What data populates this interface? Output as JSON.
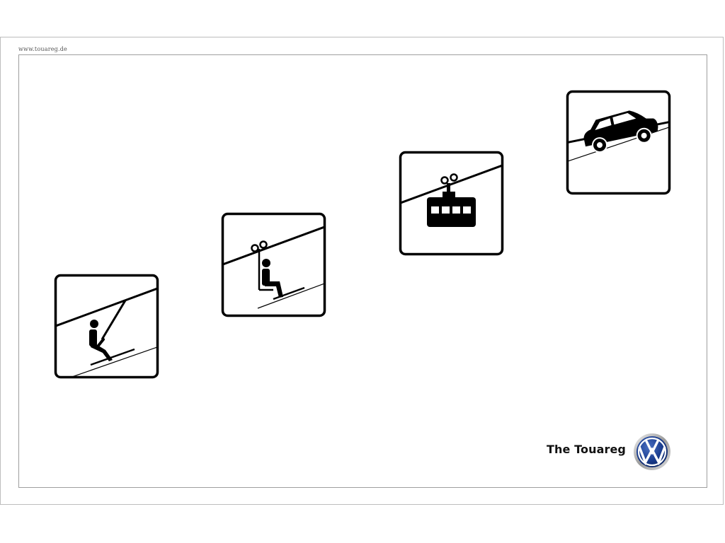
{
  "ad": {
    "url": "www.touareg.de",
    "model_name": "The Touareg",
    "logo": "vw-logo"
  },
  "signs": [
    {
      "icon": "t-bar-lift-icon"
    },
    {
      "icon": "chairlift-icon"
    },
    {
      "icon": "gondola-icon"
    },
    {
      "icon": "suv-on-slope-icon"
    }
  ],
  "colors": {
    "sign_stroke": "#000000",
    "background": "#ffffff",
    "frame": "#9e9e9e",
    "logo_blue": "#1a3d8f"
  }
}
